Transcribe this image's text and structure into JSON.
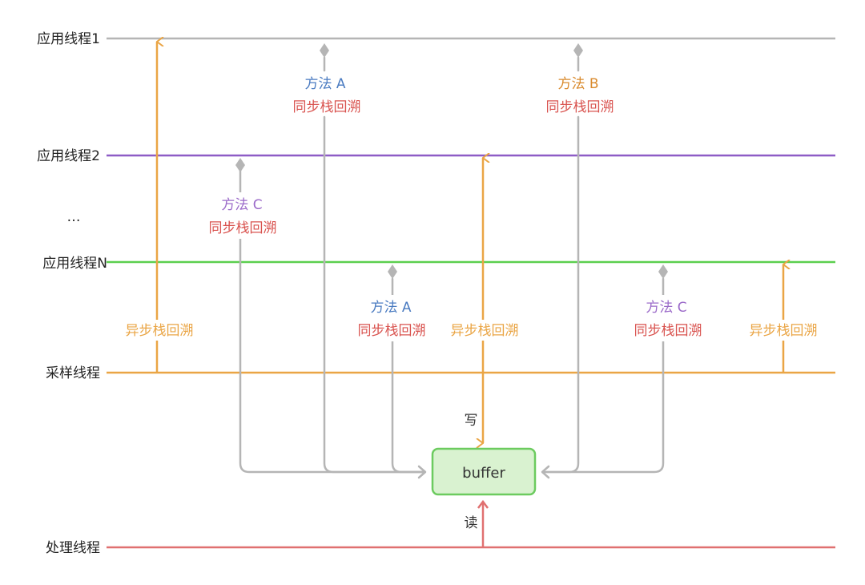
{
  "threads": [
    {
      "id": "app1",
      "label": "应用线程1",
      "color": "#b5b5b5"
    },
    {
      "id": "app2",
      "label": "应用线程2",
      "color": "#8e5cc6"
    },
    {
      "id": "ellipsis",
      "label": "…",
      "color": ""
    },
    {
      "id": "appN",
      "label": "应用线程N",
      "color": "#5bcf4f"
    },
    {
      "id": "sampler",
      "label": "采样线程",
      "color": "#eaa545"
    },
    {
      "id": "processor",
      "label": "处理线程",
      "color": "#e07070"
    }
  ],
  "sync_walks": [
    {
      "method": "方法 A",
      "method_color": "#4a7bc1",
      "label": "同步栈回溯",
      "thread": "app1"
    },
    {
      "method": "方法 B",
      "method_color": "#d98a2d",
      "label": "同步栈回溯",
      "thread": "app1"
    },
    {
      "method": "方法 C",
      "method_color": "#9b6ac9",
      "label": "同步栈回溯",
      "thread": "app2"
    },
    {
      "method": "方法 A",
      "method_color": "#4a7bc1",
      "label": "同步栈回溯",
      "thread": "appN"
    },
    {
      "method": "方法 C",
      "method_color": "#9b6ac9",
      "label": "同步栈回溯",
      "thread": "appN"
    }
  ],
  "sync_label_color": "#d9534f",
  "async_walks": [
    {
      "label": "异步栈回溯",
      "target": "app1"
    },
    {
      "label": "异步栈回溯",
      "target": "app2"
    },
    {
      "label": "异步栈回溯",
      "target": "appN"
    }
  ],
  "async_color": "#eaa545",
  "buffer": {
    "label": "buffer",
    "fill": "#d9f2d0",
    "stroke": "#6ccb5f"
  },
  "write_label": "写",
  "read_label": "读",
  "connector_color": "#b5b5b5",
  "read_color": "#e07070"
}
